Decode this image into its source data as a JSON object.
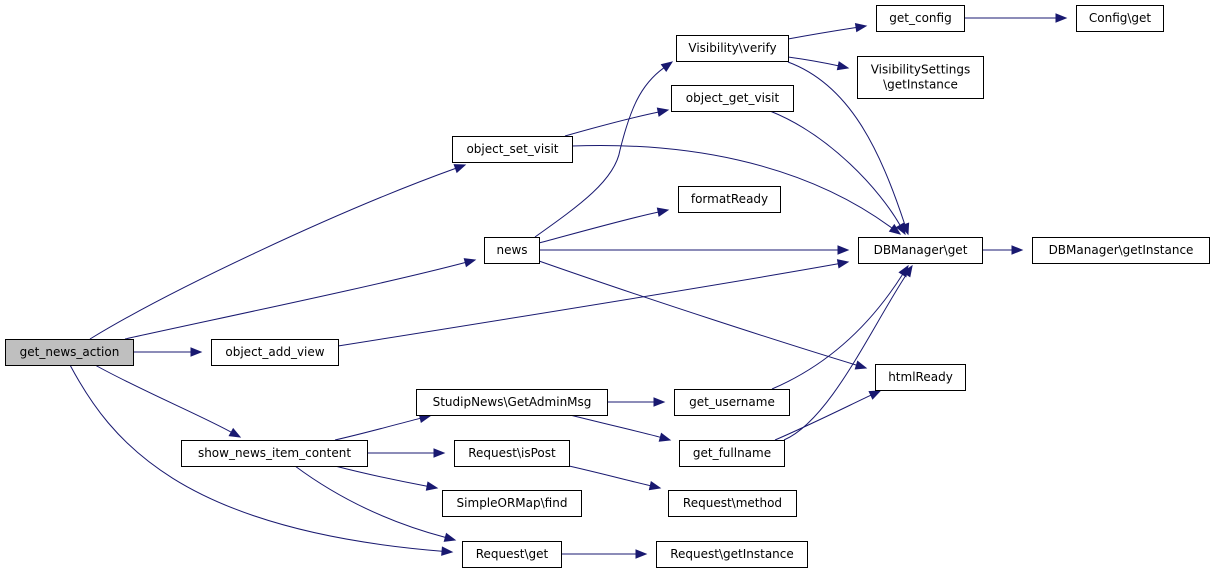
{
  "diagram": {
    "type": "call-graph",
    "edge_color": "#191970",
    "root_fill": "#bfbfbf",
    "node_fill": "#ffffff",
    "nodes": [
      {
        "id": "get_news_action",
        "label": [
          "get_news_action"
        ],
        "root": true
      },
      {
        "id": "object_set_visit",
        "label": [
          "object_set_visit"
        ]
      },
      {
        "id": "news",
        "label": [
          "news"
        ]
      },
      {
        "id": "object_add_view",
        "label": [
          "object_add_view"
        ]
      },
      {
        "id": "show_news_item_content",
        "label": [
          "show_news_item_content"
        ]
      },
      {
        "id": "request_get",
        "label": [
          "Request\\get"
        ]
      },
      {
        "id": "visibility_verify",
        "label": [
          "Visibility\\verify"
        ]
      },
      {
        "id": "object_get_visit",
        "label": [
          "object_get_visit"
        ]
      },
      {
        "id": "formatready",
        "label": [
          "formatReady"
        ]
      },
      {
        "id": "studipnews_getadminmsg",
        "label": [
          "StudipNews\\GetAdminMsg"
        ]
      },
      {
        "id": "request_ispost",
        "label": [
          "Request\\isPost"
        ]
      },
      {
        "id": "simpleormap_find",
        "label": [
          "SimpleORMap\\find"
        ]
      },
      {
        "id": "get_config",
        "label": [
          "get_config"
        ]
      },
      {
        "id": "visibilitysettings_getinstance",
        "label": [
          "VisibilitySettings",
          "\\getInstance"
        ]
      },
      {
        "id": "dbmanager_get",
        "label": [
          "DBManager\\get"
        ]
      },
      {
        "id": "htmlready",
        "label": [
          "htmlReady"
        ]
      },
      {
        "id": "get_username",
        "label": [
          "get_username"
        ]
      },
      {
        "id": "get_fullname",
        "label": [
          "get_fullname"
        ]
      },
      {
        "id": "request_method",
        "label": [
          "Request\\method"
        ]
      },
      {
        "id": "request_getinstance",
        "label": [
          "Request\\getInstance"
        ]
      },
      {
        "id": "config_get",
        "label": [
          "Config\\get"
        ]
      },
      {
        "id": "dbmanager_getinstance",
        "label": [
          "DBManager\\getInstance"
        ]
      }
    ],
    "edges": [
      {
        "from": "get_news_action",
        "to": "object_set_visit"
      },
      {
        "from": "get_news_action",
        "to": "news"
      },
      {
        "from": "get_news_action",
        "to": "object_add_view"
      },
      {
        "from": "get_news_action",
        "to": "show_news_item_content"
      },
      {
        "from": "get_news_action",
        "to": "request_get"
      },
      {
        "from": "object_set_visit",
        "to": "object_get_visit"
      },
      {
        "from": "object_set_visit",
        "to": "dbmanager_get"
      },
      {
        "from": "news",
        "to": "visibility_verify"
      },
      {
        "from": "news",
        "to": "formatready"
      },
      {
        "from": "news",
        "to": "dbmanager_get"
      },
      {
        "from": "news",
        "to": "htmlready"
      },
      {
        "from": "object_add_view",
        "to": "dbmanager_get"
      },
      {
        "from": "show_news_item_content",
        "to": "studipnews_getadminmsg"
      },
      {
        "from": "show_news_item_content",
        "to": "request_ispost"
      },
      {
        "from": "show_news_item_content",
        "to": "simpleormap_find"
      },
      {
        "from": "show_news_item_content",
        "to": "request_get"
      },
      {
        "from": "visibility_verify",
        "to": "get_config"
      },
      {
        "from": "visibility_verify",
        "to": "visibilitysettings_getinstance"
      },
      {
        "from": "visibility_verify",
        "to": "dbmanager_get"
      },
      {
        "from": "object_get_visit",
        "to": "dbmanager_get"
      },
      {
        "from": "get_config",
        "to": "config_get"
      },
      {
        "from": "dbmanager_get",
        "to": "dbmanager_getinstance"
      },
      {
        "from": "studipnews_getadminmsg",
        "to": "get_username"
      },
      {
        "from": "studipnews_getadminmsg",
        "to": "get_fullname"
      },
      {
        "from": "get_username",
        "to": "dbmanager_get"
      },
      {
        "from": "get_fullname",
        "to": "dbmanager_get"
      },
      {
        "from": "get_fullname",
        "to": "htmlready"
      },
      {
        "from": "request_ispost",
        "to": "request_method"
      },
      {
        "from": "request_get",
        "to": "request_getinstance"
      }
    ]
  }
}
